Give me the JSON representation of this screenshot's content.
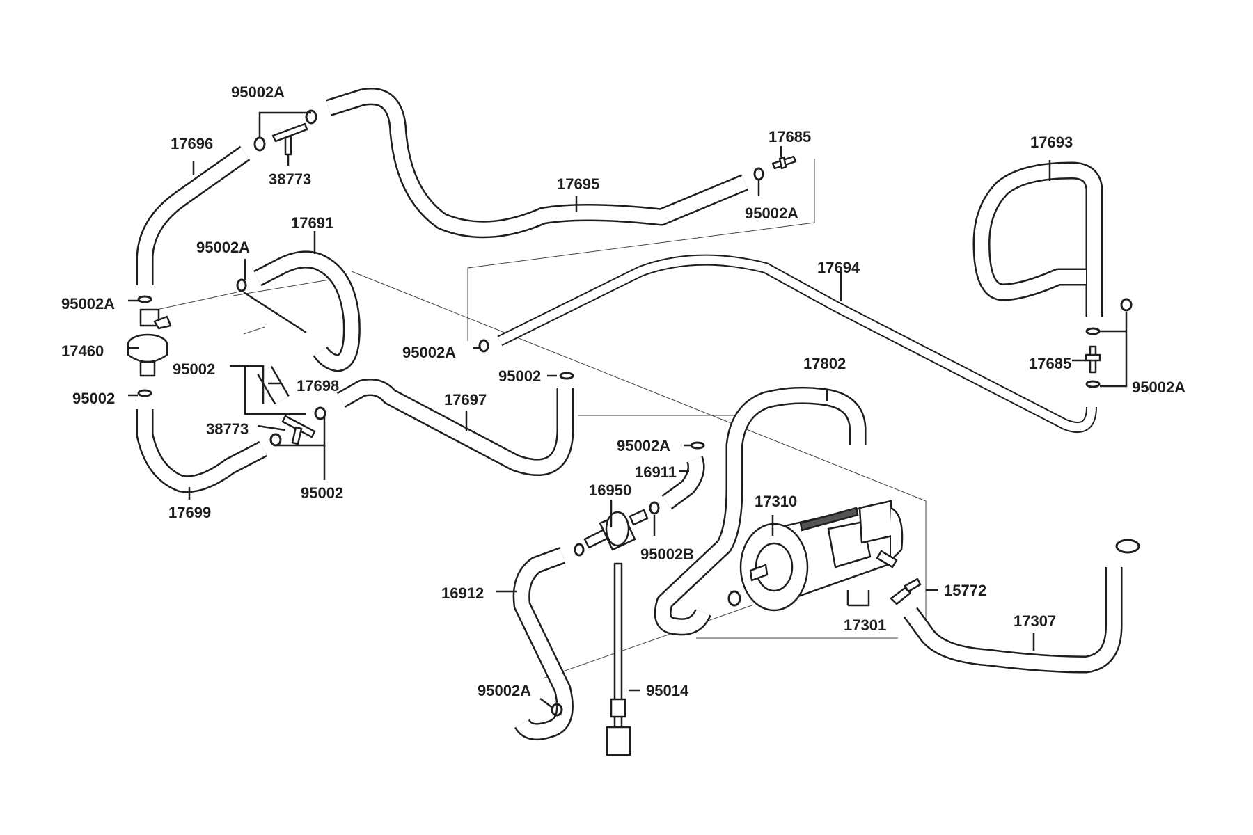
{
  "labels": {
    "p95002a_top": "95002A",
    "p17696": "17696",
    "p38773_top": "38773",
    "p17695": "17695",
    "p17685_top": "17685",
    "p95002a_topright": "95002A",
    "p17693": "17693",
    "p17691": "17691",
    "p95002a_mid": "95002A",
    "p95002a_left": "95002A",
    "p17460": "17460",
    "p95002_leftmid": "95002",
    "p17698": "17698",
    "p95002_left": "95002",
    "p38773_bottom": "38773",
    "p95002_bottom": "95002",
    "p17699": "17699",
    "p17694": "17694",
    "p95002a_center": "95002A",
    "p95002_center": "95002",
    "p17697": "17697",
    "p17685_right": "17685",
    "p95002a_right": "95002A",
    "p17802": "17802",
    "p95002a_16911": "95002A",
    "p16911": "16911",
    "p16950": "16950",
    "p17310": "17310",
    "p95002b": "95002B",
    "p16912": "16912",
    "p15772": "15772",
    "p17301": "17301",
    "p17307": "17307",
    "p95002a_bottom": "95002A",
    "p95014": "95014"
  }
}
